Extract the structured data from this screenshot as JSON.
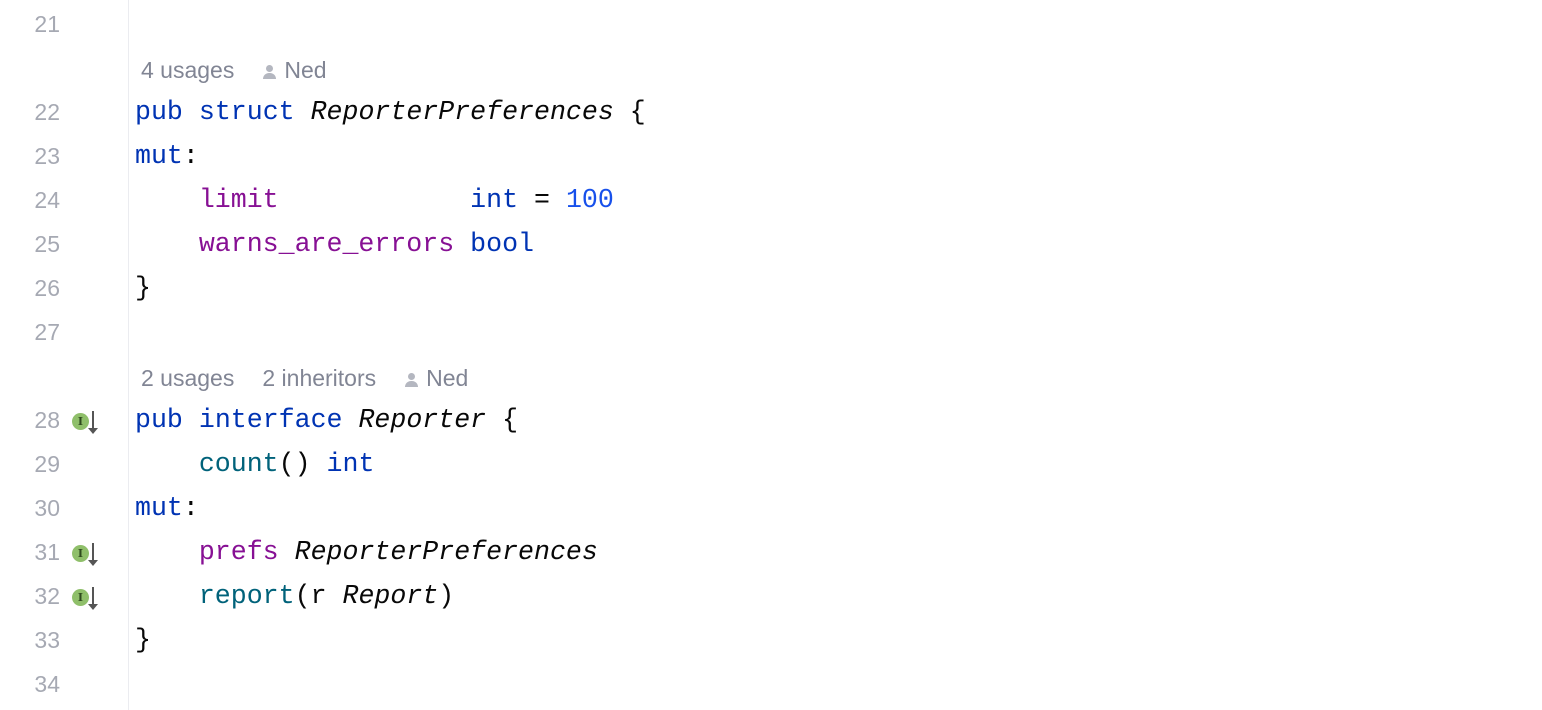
{
  "editor": {
    "colors": {
      "keyword": "#0033b3",
      "field": "#871094",
      "function": "#00627a",
      "number": "#1750eb",
      "line_number": "#a6a9b3",
      "inlay": "#818594",
      "implemented_icon": "#8fbf6a"
    },
    "lines": [
      {
        "type": "code",
        "num": "21",
        "tokens": []
      },
      {
        "type": "inlay",
        "items": [
          "4 usages"
        ],
        "author": "Ned"
      },
      {
        "type": "code",
        "num": "22",
        "tokens": [
          {
            "t": "pub",
            "c": "kw"
          },
          {
            "t": " "
          },
          {
            "t": "struct",
            "c": "kw"
          },
          {
            "t": " "
          },
          {
            "t": "ReporterPreferences",
            "c": "ty"
          },
          {
            "t": " {"
          }
        ]
      },
      {
        "type": "code",
        "num": "23",
        "tokens": [
          {
            "t": "mut",
            "c": "kw"
          },
          {
            "t": ":"
          }
        ]
      },
      {
        "type": "code",
        "num": "24",
        "tokens": [
          {
            "t": "    "
          },
          {
            "t": "limit",
            "c": "fld"
          },
          {
            "t": "            "
          },
          {
            "t": "int",
            "c": "kw"
          },
          {
            "t": " = "
          },
          {
            "t": "100",
            "c": "num"
          }
        ]
      },
      {
        "type": "code",
        "num": "25",
        "tokens": [
          {
            "t": "    "
          },
          {
            "t": "warns_are_errors",
            "c": "fld"
          },
          {
            "t": " "
          },
          {
            "t": "bool",
            "c": "kw"
          }
        ]
      },
      {
        "type": "code",
        "num": "26",
        "tokens": [
          {
            "t": "}"
          }
        ]
      },
      {
        "type": "code",
        "num": "27",
        "tokens": []
      },
      {
        "type": "inlay",
        "items": [
          "2 usages",
          "2 inheritors"
        ],
        "author": "Ned"
      },
      {
        "type": "code",
        "num": "28",
        "icon": "implemented-down-icon",
        "icon_letter": "I",
        "tokens": [
          {
            "t": "pub",
            "c": "kw"
          },
          {
            "t": " "
          },
          {
            "t": "interface",
            "c": "kw"
          },
          {
            "t": " "
          },
          {
            "t": "Reporter",
            "c": "ty"
          },
          {
            "t": " {"
          }
        ]
      },
      {
        "type": "code",
        "num": "29",
        "tokens": [
          {
            "t": "    "
          },
          {
            "t": "count",
            "c": "fn"
          },
          {
            "t": "() "
          },
          {
            "t": "int",
            "c": "kw"
          }
        ]
      },
      {
        "type": "code",
        "num": "30",
        "tokens": [
          {
            "t": "mut",
            "c": "kw"
          },
          {
            "t": ":"
          }
        ]
      },
      {
        "type": "code",
        "num": "31",
        "icon": "implemented-down-icon",
        "icon_letter": "I",
        "tokens": [
          {
            "t": "    "
          },
          {
            "t": "prefs",
            "c": "fld"
          },
          {
            "t": " "
          },
          {
            "t": "ReporterPreferences",
            "c": "ty"
          }
        ]
      },
      {
        "type": "code",
        "num": "32",
        "icon": "implemented-down-icon",
        "icon_letter": "I",
        "tokens": [
          {
            "t": "    "
          },
          {
            "t": "report",
            "c": "fn"
          },
          {
            "t": "(r "
          },
          {
            "t": "Report",
            "c": "ty"
          },
          {
            "t": ")"
          }
        ]
      },
      {
        "type": "code",
        "num": "33",
        "tokens": [
          {
            "t": "}"
          }
        ]
      },
      {
        "type": "code",
        "num": "34",
        "tokens": []
      }
    ]
  }
}
